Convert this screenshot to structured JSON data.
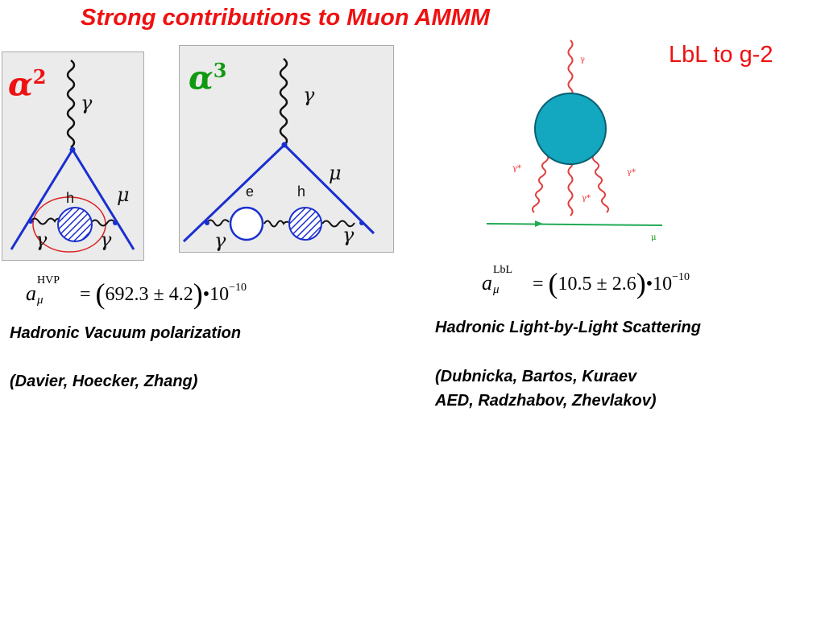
{
  "title": "Strong contributions to Muon AMMM",
  "lbl_title": "LbL to g-2",
  "labels": {
    "alpha2_base": "α",
    "alpha2_exp": "2",
    "alpha3_base": "α",
    "alpha3_exp": "3",
    "gamma": "γ",
    "mu": "μ",
    "h": "h",
    "e": "e",
    "gamma_star": "γ*"
  },
  "hvp": {
    "symbol": "a",
    "subscript": "μ",
    "superscript": "HVP",
    "equals": "=",
    "value": "692.3 ± 4.2",
    "times": "•10",
    "exponent": "−10",
    "caption": "Hadronic Vacuum polarization",
    "authors": "(Davier, Hoecker, Zhang)"
  },
  "lbl": {
    "symbol": "a",
    "subscript": "μ",
    "superscript": "LbL",
    "equals": "=",
    "value": "10.5 ± 2.6",
    "times": "•10",
    "exponent": "−10",
    "caption": "Hadronic Light-by-Light Scattering",
    "authors_line1": "(Dubnicka, Bartos, Kuraev",
    "authors_line2": "AED, Radzhabov, Zhevlakov)"
  },
  "colors": {
    "title": "#ee1111",
    "fermion_line": "#1a2fd0",
    "lbl_blob": "#13a7c0",
    "lbl_muon_line": "#22aa55",
    "photon_lbl": "#e04040"
  }
}
